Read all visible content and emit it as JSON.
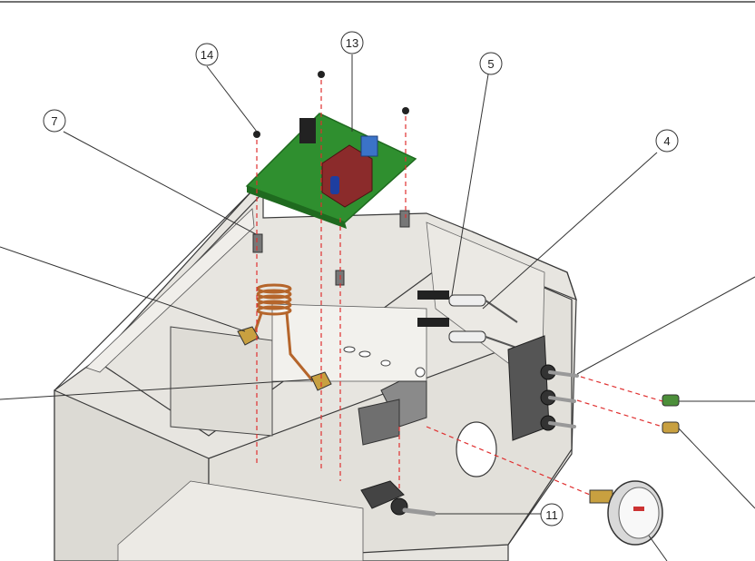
{
  "diagram": {
    "type": "exploded-assembly",
    "callouts": [
      {
        "id": "c13",
        "label": "13"
      },
      {
        "id": "c14",
        "label": "14"
      },
      {
        "id": "c5",
        "label": "5"
      },
      {
        "id": "c7",
        "label": "7"
      },
      {
        "id": "c4",
        "label": "4"
      },
      {
        "id": "c11",
        "label": "11"
      }
    ],
    "colors": {
      "housing": "#e7e5e0",
      "housing_edge": "#3a3a3a",
      "pcb": "#2f8f2f",
      "pcb_dark": "#1f6a1f",
      "transformer": "#8b2b2b",
      "relay_blue": "#3b73c8",
      "copper": "#b5652b",
      "brass": "#c8a040",
      "guide_line": "#e03030",
      "gauge": "#d9d9d9",
      "fitting_green": "#4c8f3a"
    }
  }
}
